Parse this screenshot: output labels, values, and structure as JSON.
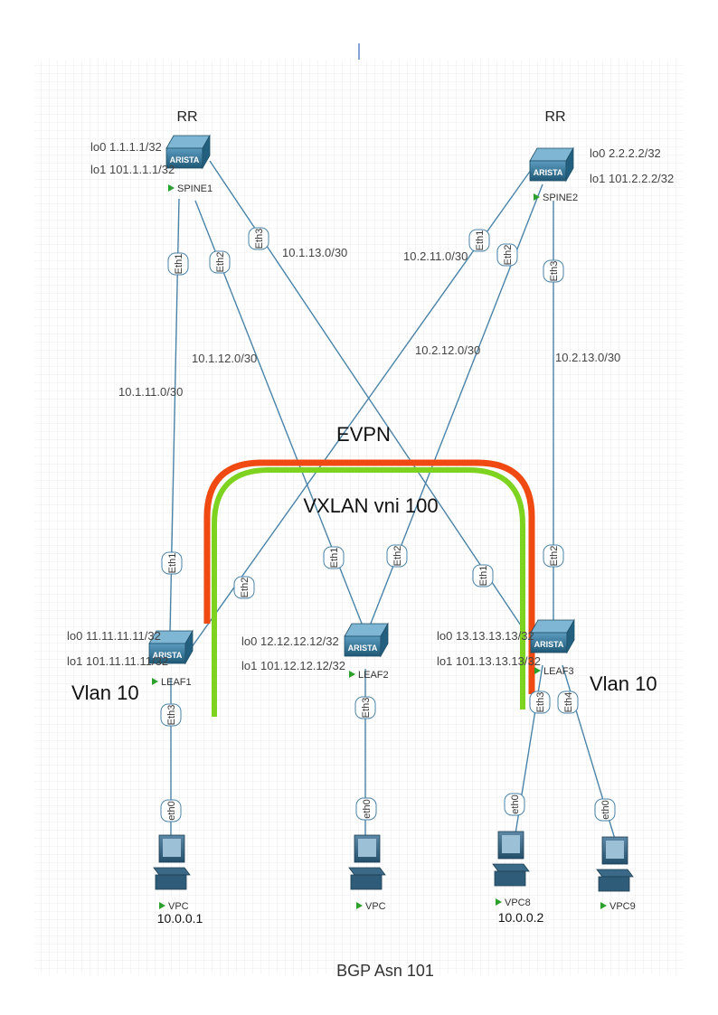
{
  "diagram": {
    "roles": {
      "spine1": "RR",
      "spine2": "RR"
    },
    "devices": {
      "spine1": {
        "name": "SPINE1",
        "brand": "ARISTA",
        "loopbacks": [
          "lo0 1.1.1.1/32",
          "lo1 101.1.1.1/32"
        ]
      },
      "spine2": {
        "name": "SPINE2",
        "brand": "ARISTA",
        "loopbacks": [
          "lo0 2.2.2.2/32",
          "lo1 101.2.2.2/32"
        ]
      },
      "leaf1": {
        "name": "LEAF1",
        "brand": "ARISTA",
        "loopbacks": [
          "lo0 11.11.11.11/32",
          "lo1 101.11.11.11/32"
        ]
      },
      "leaf2": {
        "name": "LEAF2",
        "brand": "ARISTA",
        "loopbacks": [
          "lo0 12.12.12.12/32",
          "lo1 101.12.12.12/32"
        ]
      },
      "leaf3": {
        "name": "LEAF3",
        "brand": "ARISTA",
        "loopbacks": [
          "lo0 13.13.13.13/32",
          "lo1 101.13.13.13/32"
        ]
      }
    },
    "hosts": {
      "vpc1": {
        "name": "VPC",
        "ip": "10.0.0.1",
        "port": "eth0"
      },
      "vpc2": {
        "name": "VPC",
        "ip": "",
        "port": "eth0"
      },
      "vpc8": {
        "name": "VPC8",
        "ip": "10.0.0.2",
        "port": "eth0"
      },
      "vpc9": {
        "name": "VPC9",
        "ip": "",
        "port": "eth0"
      }
    },
    "subnets": {
      "s1_l1": "10.1.11.0/30",
      "s1_l2": "10.1.12.0/30",
      "s1_l3": "10.1.13.0/30",
      "s2_l1": "10.2.11.0/30",
      "s2_l2": "10.2.12.0/30",
      "s2_l3": "10.2.13.0/30"
    },
    "ports": {
      "eth1": "Eth1",
      "eth2": "Eth2",
      "eth3": "Eth3",
      "eth4": "Eth4"
    },
    "overlay": {
      "evpn": "EVPN",
      "vxlan": "VXLAN vni 100",
      "vlan_left": "Vlan 10",
      "vlan_right": "Vlan 10"
    },
    "footer": "BGP Asn 101",
    "colors": {
      "evpn": "#f04a12",
      "vxlan": "#7ed321",
      "link": "#4a83a8",
      "device": "#2f6e91",
      "cursor": "#4472c4"
    }
  }
}
